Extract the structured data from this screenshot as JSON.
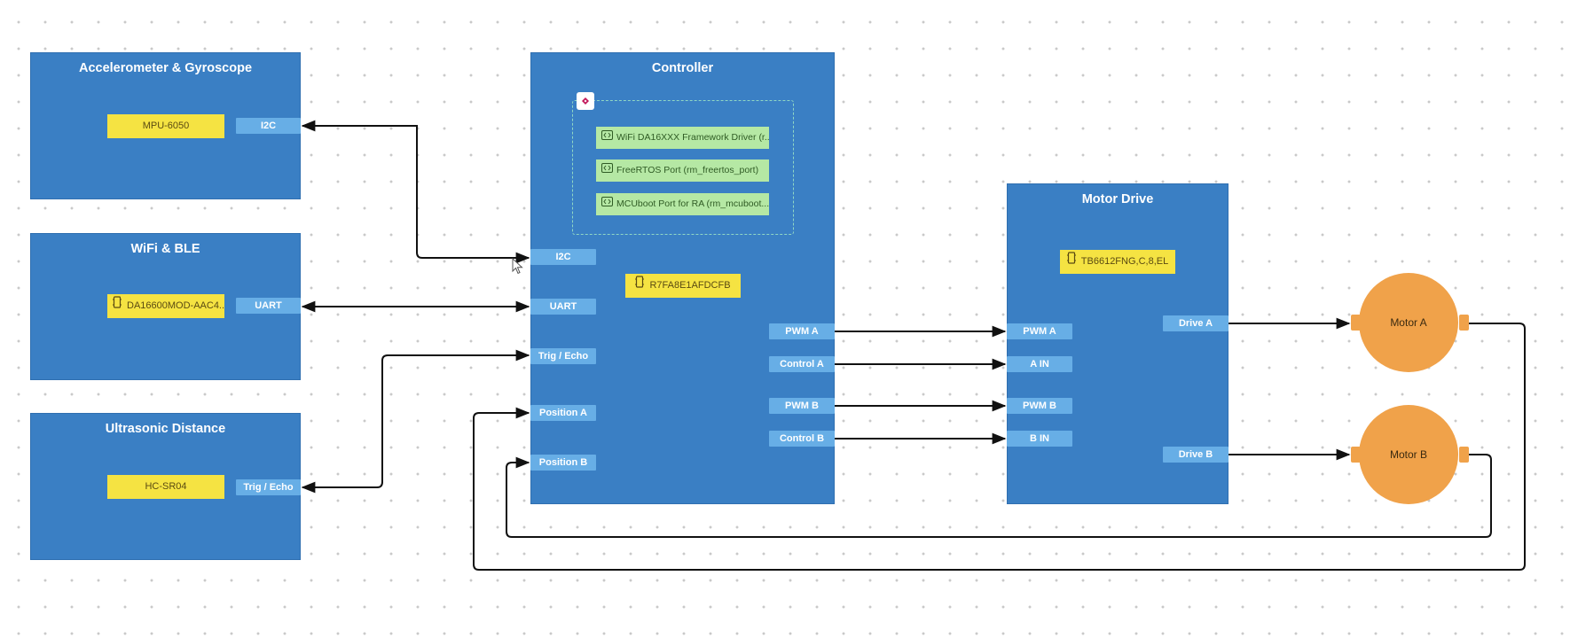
{
  "blocks": {
    "accel": {
      "title": "Accelerometer & Gyroscope",
      "chip": "MPU-6050",
      "port": "I2C"
    },
    "wifi": {
      "title": "WiFi & BLE",
      "chip": "DA16600MOD-AAC4...",
      "port": "UART"
    },
    "ultra": {
      "title": "Ultrasonic Distance",
      "chip": "HC-SR04",
      "port": "Trig / Echo"
    },
    "controller": {
      "title": "Controller",
      "chip": "R7FA8E1AFDCFB",
      "software": [
        "WiFi DA16XXX Framework Driver (r...",
        "FreeRTOS Port (rm_freertos_port)",
        "MCUboot Port for RA (rm_mcuboot..."
      ],
      "ports_left": [
        "I2C",
        "UART",
        "Trig / Echo",
        "Position A",
        "Position B"
      ],
      "ports_right": [
        "PWM A",
        "Control A",
        "PWM B",
        "Control B"
      ]
    },
    "motor_drive": {
      "title": "Motor Drive",
      "chip": "TB6612FNG,C,8,EL",
      "ports_left": [
        "PWM A",
        "A IN",
        "PWM B",
        "B IN"
      ],
      "ports_right": [
        "Drive A",
        "Drive B"
      ]
    }
  },
  "motors": {
    "a": "Motor A",
    "b": "Motor B"
  },
  "colors": {
    "block": "#3a7fc4",
    "port": "#67aee6",
    "chip": "#f5e342",
    "software": "#b5e8a4",
    "motor": "#f0a24a",
    "wire": "#111111"
  }
}
